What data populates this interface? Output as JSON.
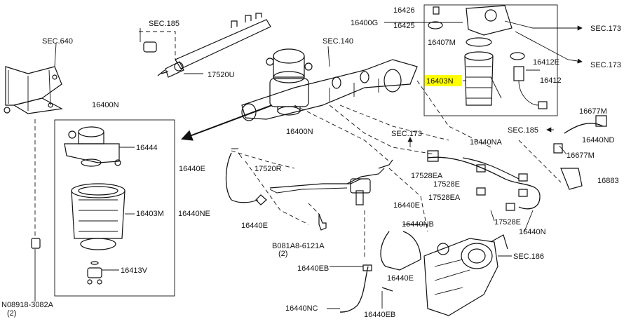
{
  "labels": {
    "sec640": "SEC.640",
    "sec185_top": "SEC.185",
    "p17520u": "17520U",
    "sec140": "SEC.140",
    "p16400g": "16400G",
    "p16426": "16426",
    "p16425": "16425",
    "p16407m": "16407M",
    "p16403n_top": "16403N",
    "p16412e": "16412E",
    "p16412": "16412",
    "sec173_a": "SEC.173",
    "sec173_b": "SEC.173",
    "p16400n_box": "16400N",
    "p16444": "16444",
    "p16403m": "16403M",
    "p16413v": "16413V",
    "p08918": "N08918-3082A",
    "p08918_qty": "(2)",
    "p16440e_a": "16440E",
    "p16400n_mid": "16400N",
    "p17520r": "17520R",
    "p16440ne": "16440NE",
    "p16440e_b": "16440E",
    "p081a8": "B081A8-6121A",
    "p081a8_qty": "(2)",
    "sec173_mid": "SEC.173",
    "p17528ea_a": "17528EA",
    "p17528e_a": "17528E",
    "p17528ea_b": "17528EA",
    "p16440na": "16440NA",
    "sec185_right": "SEC.185",
    "p16677m_a": "16677M",
    "p16440nd": "16440ND",
    "p16677m_b": "16677M",
    "p16883": "16883",
    "p16440e_c": "16440E",
    "p16440nb": "16440NB",
    "p17528e_b": "17528E",
    "p16440n_right": "16440N",
    "sec186": "SEC.186",
    "p16440eb_a": "16440EB",
    "p16440e_d": "16440E",
    "p16440nc": "16440NC",
    "p16440eb_b": "16440EB"
  },
  "highlight_color": "#ffff00"
}
